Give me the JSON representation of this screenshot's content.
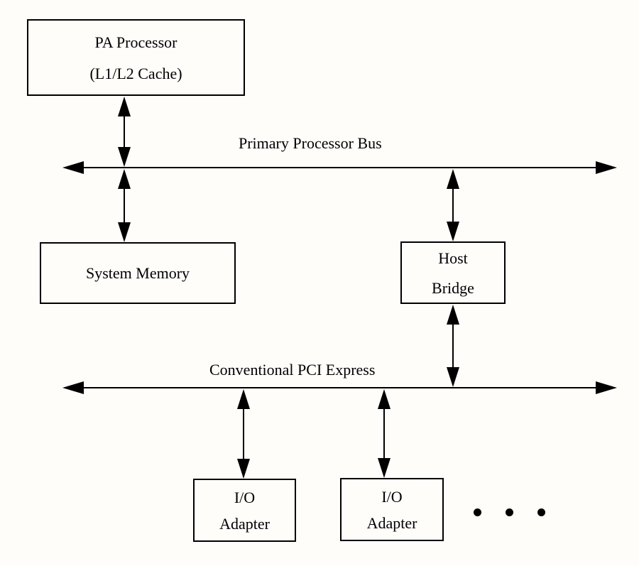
{
  "diagram": {
    "boxes": {
      "pa_processor": {
        "line1": "PA Processor",
        "line2": "(L1/L2 Cache)"
      },
      "system_memory": {
        "label": "System Memory"
      },
      "host_bridge": {
        "line1": "Host",
        "line2": "Bridge"
      },
      "io_adapter_1": {
        "line1": "I/O",
        "line2": "Adapter"
      },
      "io_adapter_2": {
        "line1": "I/O",
        "line2": "Adapter"
      }
    },
    "buses": {
      "primary_processor_bus": {
        "label": "Primary Processor Bus"
      },
      "conventional_pci_express": {
        "label": "Conventional PCI Express"
      }
    },
    "colors": {
      "line": "#000000",
      "text": "#000000",
      "background": "#fffdfa"
    }
  }
}
